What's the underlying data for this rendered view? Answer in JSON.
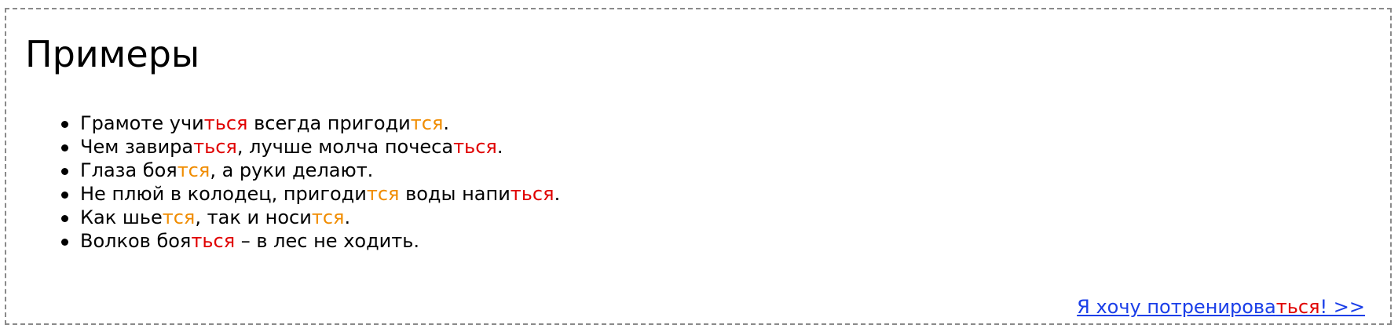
{
  "title": "Примеры",
  "colors": {
    "tsya_soft_sign": "#e00000",
    "tsya_no_soft_sign": "#f08c00",
    "link": "#1a3ee8",
    "border": "#8a8a8a"
  },
  "examples": [
    {
      "parts": [
        "Грамоте учи",
        "ться",
        " всегда пригоди",
        "тся",
        "."
      ]
    },
    {
      "parts": [
        "Чем завира",
        "ться",
        ", лучше молча почеса",
        "ться",
        "."
      ]
    },
    {
      "parts": [
        "Глаза боя",
        "тся",
        ", а руки делают.",
        "",
        ""
      ]
    },
    {
      "parts": [
        "Не плюй в колодец, пригоди",
        "тся",
        " воды напи",
        "ться",
        "."
      ]
    },
    {
      "parts": [
        "Как шье",
        "тся",
        ", так и носи",
        "тся",
        "."
      ]
    },
    {
      "parts": [
        "Волков боя",
        "ться",
        " – в лес не ходить.",
        "",
        ""
      ]
    }
  ],
  "link": {
    "before": "Я хочу потренирова",
    "highlight": "ться",
    "after": "! >>"
  }
}
